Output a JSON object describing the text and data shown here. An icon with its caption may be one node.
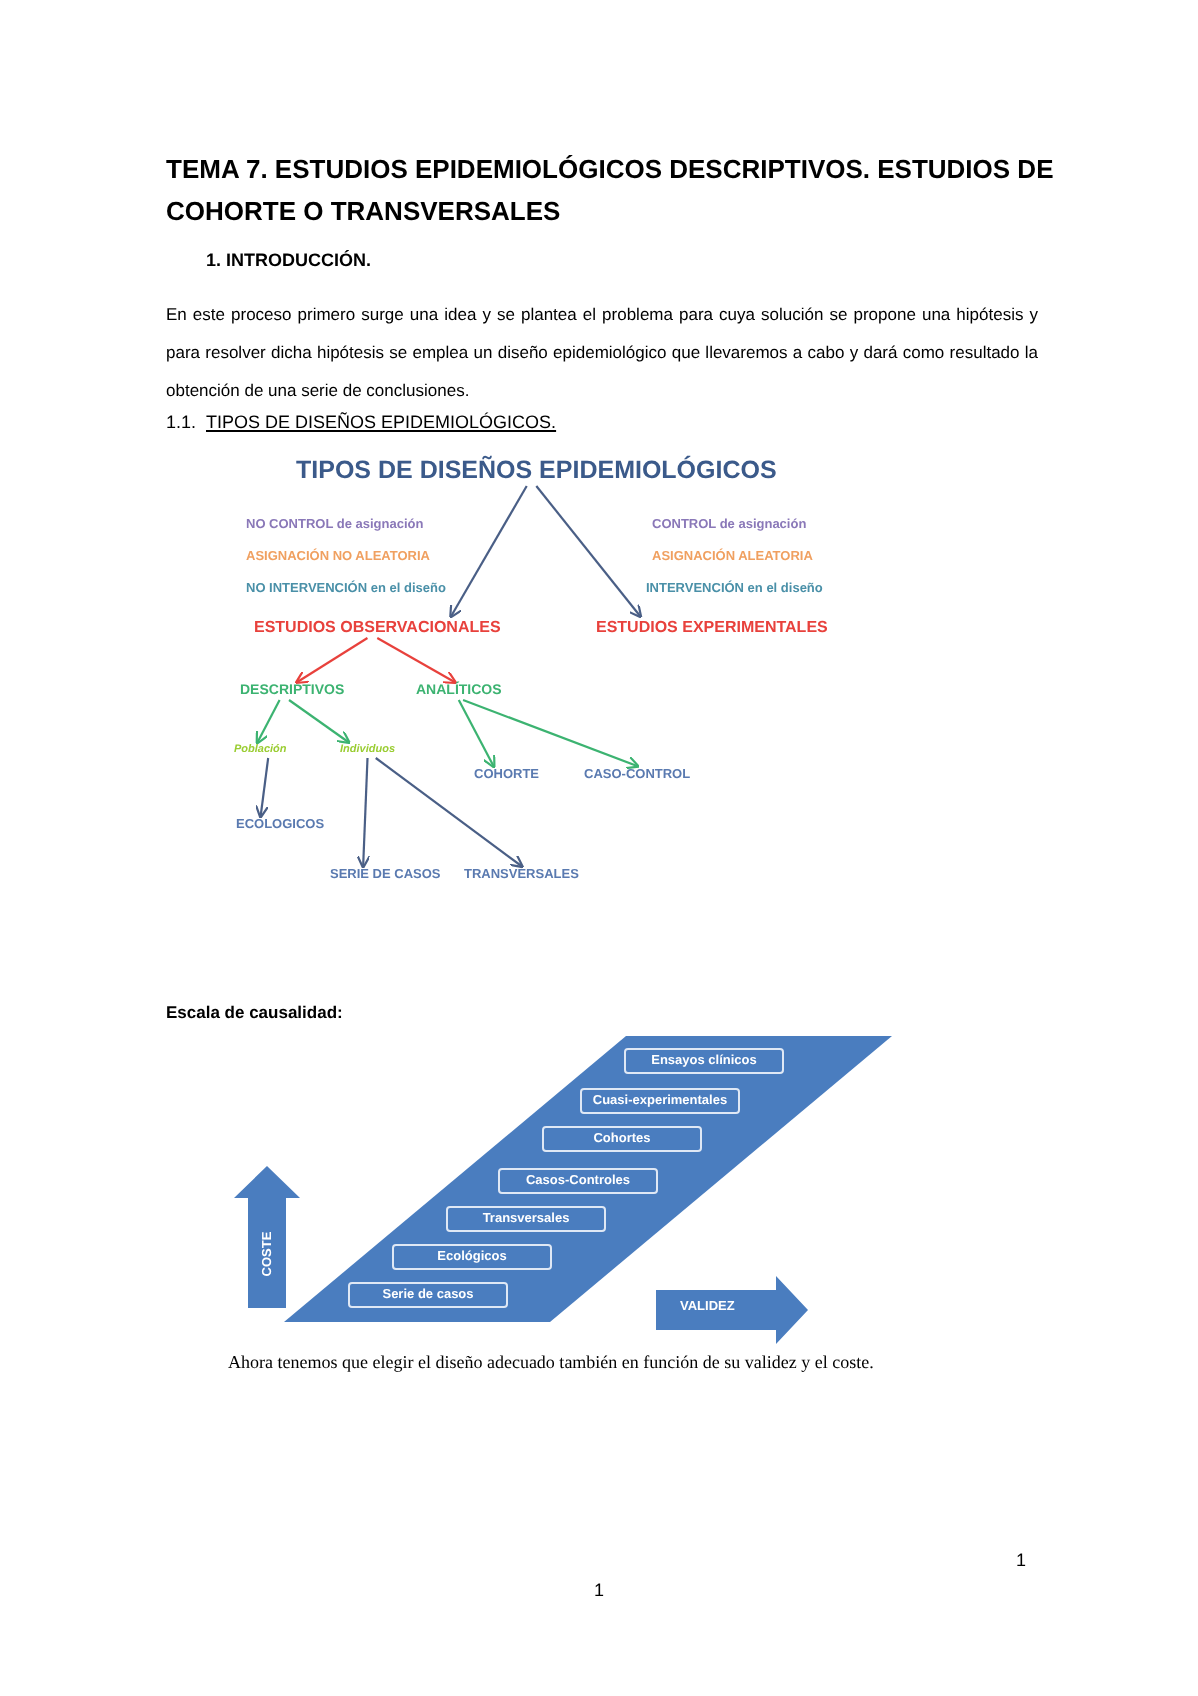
{
  "diagram": {
    "title": "TEMA 7. ESTUDIOS EPIDEMIOLÓGICOS DESCRIPTIVOS. ESTUDIOS DE COHORTE O TRANSVERSALES",
    "nodes": [
      {
        "text": [
          "TIPOS DE DISEÑOS EPIDEMIOLÓGICOS"
        ]
      },
      {
        "text": [
          "ESTUDIOS OBSERVACIONALES"
        ]
      },
      {
        "text": [
          "ESTUDIOS EXPERIMENTALES"
        ]
      },
      {
        "text": [
          "DESCRIPTIVOS"
        ]
      },
      {
        "text": [
          "ANALÍTICOS"
        ]
      },
      {
        "text": [
          "Población"
        ]
      },
      {
        "text": [
          "Individuos"
        ]
      },
      {
        "text": [
          "ECOLOGICOS"
        ]
      },
      {
        "text": [
          "SERIE DE CASOS"
        ]
      },
      {
        "text": [
          "TRANSVERSALES"
        ]
      },
      {
        "text": [
          "COHORTE"
        ]
      },
      {
        "text": [
          "CASO-CONTROL"
        ]
      },
      {
        "text": [
          "Ensayos clínicos"
        ]
      },
      {
        "text": [
          "Cuasi-experimentales"
        ]
      },
      {
        "text": [
          "Cohortes"
        ]
      },
      {
        "text": [
          "Casos-Controles"
        ]
      },
      {
        "text": [
          "Transversales"
        ]
      },
      {
        "text": [
          "Ecológicos"
        ]
      },
      {
        "text": [
          "Serie de casos"
        ]
      },
      {
        "text": [
          "COSTE"
        ]
      },
      {
        "text": [
          "VALIDEZ"
        ]
      }
    ],
    "edges": [
      {
        "from": 0,
        "to": 1,
        "arrow": "to",
        "color": "#4a5f86"
      },
      {
        "from": 0,
        "to": 2,
        "arrow": "to",
        "color": "#4a5f86"
      },
      {
        "from": 1,
        "to": 3,
        "arrow": "to",
        "color": "#e8413c"
      },
      {
        "from": 1,
        "to": 4,
        "arrow": "to",
        "color": "#e8413c"
      },
      {
        "from": 3,
        "to": 5,
        "arrow": "to",
        "color": "#3cb371"
      },
      {
        "from": 3,
        "to": 6,
        "arrow": "to",
        "color": "#3cb371"
      },
      {
        "from": 5,
        "to": 7,
        "arrow": "to",
        "color": "#4a5f86"
      },
      {
        "from": 6,
        "to": 8,
        "arrow": "to",
        "color": "#4a5f86"
      },
      {
        "from": 6,
        "to": 9,
        "arrow": "to",
        "color": "#4a5f86"
      },
      {
        "from": 4,
        "to": 10,
        "arrow": "to",
        "color": "#3cb371"
      },
      {
        "from": 4,
        "to": 11,
        "arrow": "to",
        "color": "#3cb371"
      }
    ],
    "labels": [
      "1. INTRODUCCIÓN.",
      "En este proceso primero surge una idea y se plantea el problema para cuya solución se propone una hipótesis y para resolver dicha hipótesis se emplea un diseño epidemiológico que llevaremos a cabo y dará como resultado la obtención de una serie de conclusiones.",
      "1.1.",
      "TIPOS DE DISEÑOS EPIDEMIOLÓGICOS.",
      "NO CONTROL de asignación",
      "CONTROL de asignación",
      "ASIGNACIÓN NO ALEATORIA",
      "ASIGNACIÓN ALEATORIA",
      "NO INTERVENCIÓN en el diseño",
      "INTERVENCIÓN en el diseño",
      "Escala de causalidad:",
      "Ahora tenemos que elegir el diseño adecuado también en función de su validez y el coste.",
      "1",
      "1"
    ]
  }
}
